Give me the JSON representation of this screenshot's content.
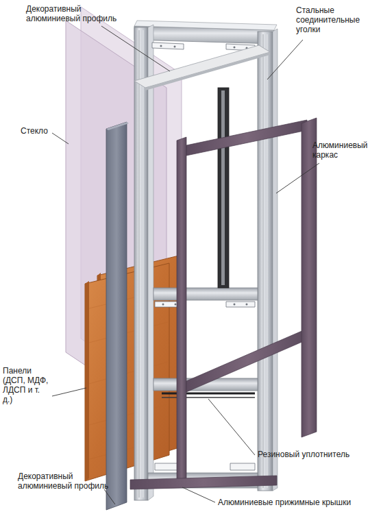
{
  "diagram": {
    "labels": [
      "Декоративный алюминиевый профиль",
      "Стальные соединительные уголки",
      "Стекло",
      "Алюминиевый каркас",
      "Панели (ДСП, МДФ, ЛДСП и т. д.)",
      "Резиновый уплотнитель",
      "Декоративный алюминиевый профиль",
      "Алюминиевые прижимные крышки"
    ]
  }
}
